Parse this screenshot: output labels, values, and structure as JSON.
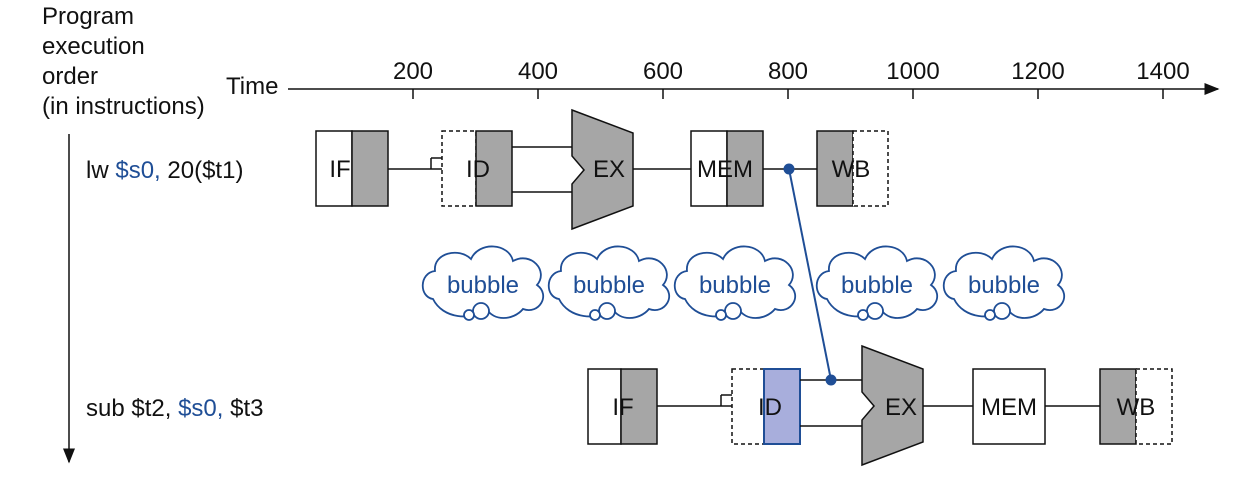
{
  "axis": {
    "order_label": [
      "Program",
      "execution",
      "order",
      "(in instructions)"
    ],
    "time_label": "Time",
    "ticks": [
      "200",
      "400",
      "600",
      "800",
      "1000",
      "1200",
      "1400"
    ]
  },
  "instructions": [
    {
      "parts": [
        {
          "text": "lw ",
          "highlight": false
        },
        {
          "text": "$s0,",
          "highlight": true
        },
        {
          "text": " 20($t1)",
          "highlight": false
        }
      ]
    },
    {
      "parts": [
        {
          "text": "sub $t2, ",
          "highlight": false
        },
        {
          "text": "$s0,",
          "highlight": true
        },
        {
          "text": " $t3",
          "highlight": false
        }
      ]
    }
  ],
  "stages": {
    "if": "IF",
    "id": "ID",
    "ex": "EX",
    "mem": "MEM",
    "wb": "WB"
  },
  "bubble_label": "bubble",
  "bubble_count": 5,
  "colors": {
    "highlight_text": "#1f4e96",
    "shade": "#a6a6a6",
    "id_highlight_fill": "#a8aedc",
    "id_highlight_stroke": "#1f4e96",
    "forward_line": "#1f4e96"
  }
}
